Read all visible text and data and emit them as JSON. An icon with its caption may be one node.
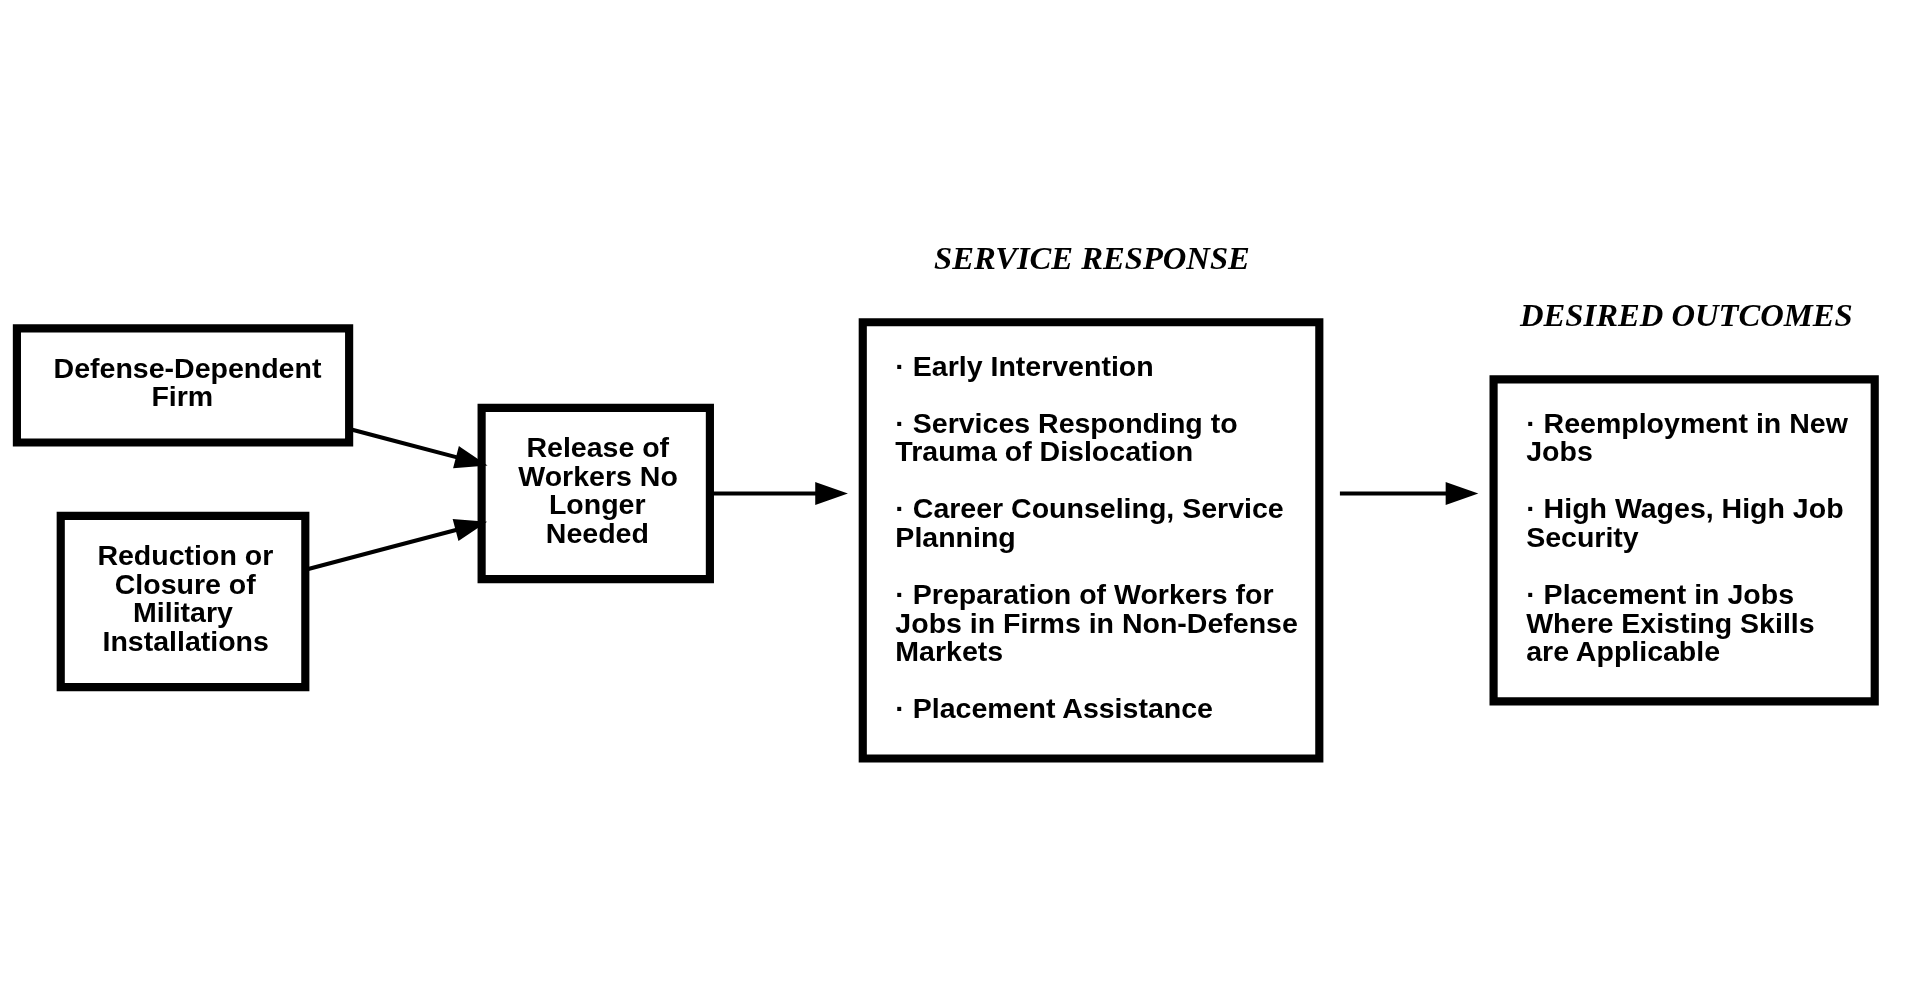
{
  "diagram": {
    "nodes": [
      {
        "text": [
          "Defense-Dependent Firm"
        ]
      },
      {
        "text": [
          "Reduction or Closure of Military Installations"
        ]
      },
      {
        "text": [
          "Release of Workers No Longer Needed"
        ]
      },
      {
        "text": [
          "SERVICE RESPONSE",
          "· Early Intervention",
          "· Services Responding to Trauma of Dislocation",
          "· Career Counseling, Service Planning",
          "· Preparation of Workers for Jobs in Firms in Non-Defense Markets",
          "· Placement Assistance"
        ]
      },
      {
        "text": [
          "DESIRED OUTCOMES",
          "· Reemployment in New Jobs",
          "· High Wages, High Job Security",
          "· Placement in Jobs Where Existing Skills are Applicable"
        ]
      }
    ],
    "edges": [
      {
        "from": 0,
        "to": 2,
        "arrow": "to"
      },
      {
        "from": 1,
        "to": 2,
        "arrow": "to"
      },
      {
        "from": 2,
        "to": 3,
        "arrow": "to"
      },
      {
        "from": 3,
        "to": 4,
        "arrow": "to"
      }
    ]
  }
}
